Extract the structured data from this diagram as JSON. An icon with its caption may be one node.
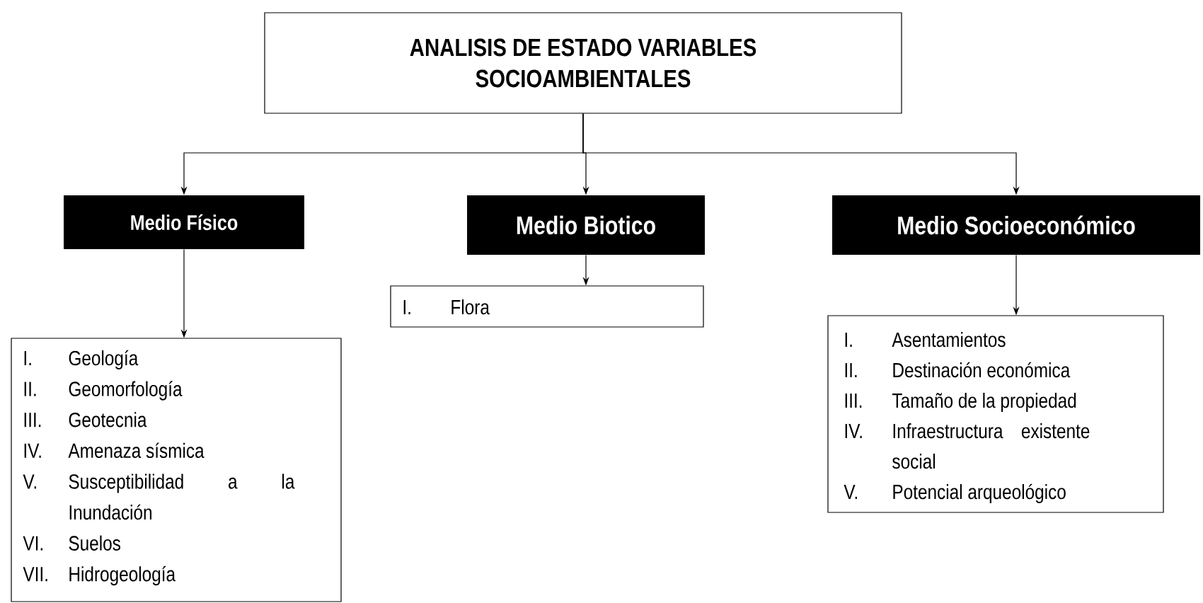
{
  "diagram": {
    "nodes": [
      {
        "text": [
          "ANALISIS DE ESTADO VARIABLES SOCIOAMBIENTALES"
        ]
      },
      {
        "text": [
          "Medio Físico"
        ]
      },
      {
        "text": [
          "Medio Biotico"
        ]
      },
      {
        "text": [
          "Medio Socioeconómico"
        ]
      },
      {
        "text": [
          "I.",
          "Geología",
          "II.",
          "Geomorfología",
          "III.",
          "Geotecnia",
          "IV.",
          "Amenaza sísmica",
          "V.",
          "Susceptibilidad a la Inundación",
          "VI.",
          "Suelos",
          "VII.",
          "Hidrogeología"
        ]
      },
      {
        "text": [
          "I.",
          "Flora"
        ]
      },
      {
        "text": [
          "I.",
          "Asentamientos",
          "II.",
          "Destinación económica",
          "III.",
          "Tamaño de la propiedad",
          "IV.",
          "Infraestructura existente social",
          "V.",
          "Potencial arqueológico"
        ]
      }
    ],
    "edges": [
      {
        "from": 0,
        "to": 1,
        "arrow": "to"
      },
      {
        "from": 0,
        "to": 2,
        "arrow": "to"
      },
      {
        "from": 0,
        "to": 3,
        "arrow": "to"
      },
      {
        "from": 1,
        "to": 4,
        "arrow": "to"
      },
      {
        "from": 2,
        "to": 5,
        "arrow": "to"
      },
      {
        "from": 3,
        "to": 6,
        "arrow": "to"
      }
    ]
  }
}
